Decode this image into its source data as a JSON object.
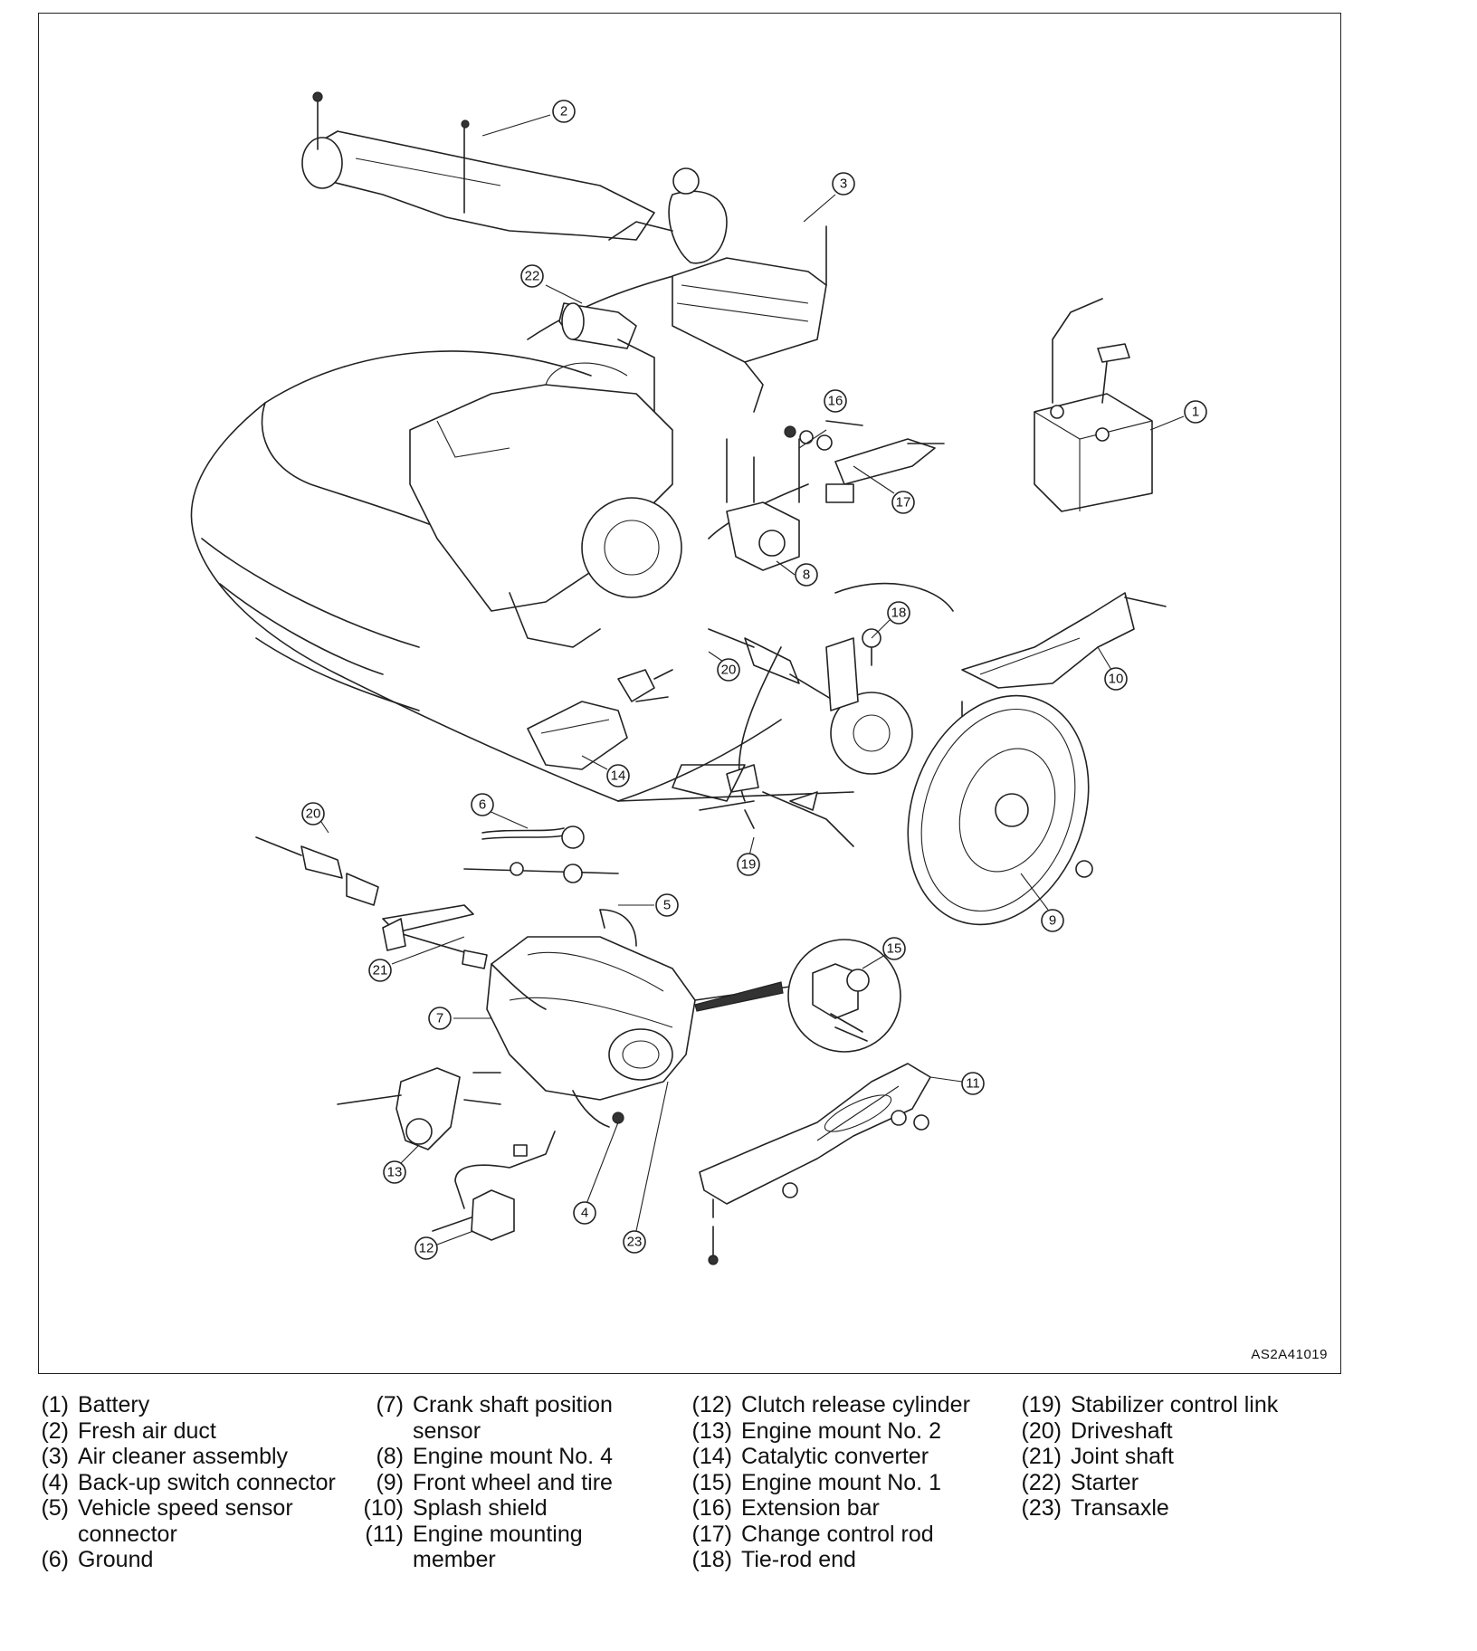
{
  "figure_code": "AS2A41019",
  "callouts": [
    "1",
    "2",
    "3",
    "4",
    "5",
    "6",
    "7",
    "8",
    "9",
    "10",
    "11",
    "12",
    "13",
    "14",
    "15",
    "16",
    "17",
    "18",
    "19",
    "20",
    "20",
    "21",
    "22",
    "23"
  ],
  "legend": {
    "col1": [
      {
        "num": "(1)",
        "text": "Battery"
      },
      {
        "num": "(2)",
        "text": "Fresh air duct"
      },
      {
        "num": "(3)",
        "text": "Air cleaner assembly"
      },
      {
        "num": "(4)",
        "text": "Back-up switch connector"
      },
      {
        "num": "(5)",
        "text": "Vehicle speed sensor"
      },
      {
        "num": "",
        "text": "connector"
      },
      {
        "num": "(6)",
        "text": "Ground"
      }
    ],
    "col2": [
      {
        "num": "(7)",
        "text": "Crank shaft position"
      },
      {
        "num": "",
        "text": "sensor"
      },
      {
        "num": "(8)",
        "text": "Engine mount No. 4"
      },
      {
        "num": "(9)",
        "text": "Front wheel and tire"
      },
      {
        "num": "(10)",
        "text": "Splash shield"
      },
      {
        "num": "(11)",
        "text": "Engine mounting"
      },
      {
        "num": "",
        "text": "member"
      }
    ],
    "col3": [
      {
        "num": "(12)",
        "text": "Clutch release cylinder"
      },
      {
        "num": "(13)",
        "text": "Engine mount No. 2"
      },
      {
        "num": "(14)",
        "text": "Catalytic converter"
      },
      {
        "num": "(15)",
        "text": "Engine mount No. 1"
      },
      {
        "num": "(16)",
        "text": "Extension bar"
      },
      {
        "num": "(17)",
        "text": "Change control rod"
      },
      {
        "num": "(18)",
        "text": "Tie-rod end"
      }
    ],
    "col4": [
      {
        "num": "(19)",
        "text": "Stabilizer control link"
      },
      {
        "num": "(20)",
        "text": "Driveshaft"
      },
      {
        "num": "(21)",
        "text": "Joint shaft"
      },
      {
        "num": "(22)",
        "text": "Starter"
      },
      {
        "num": "(23)",
        "text": "Transaxle"
      }
    ]
  }
}
